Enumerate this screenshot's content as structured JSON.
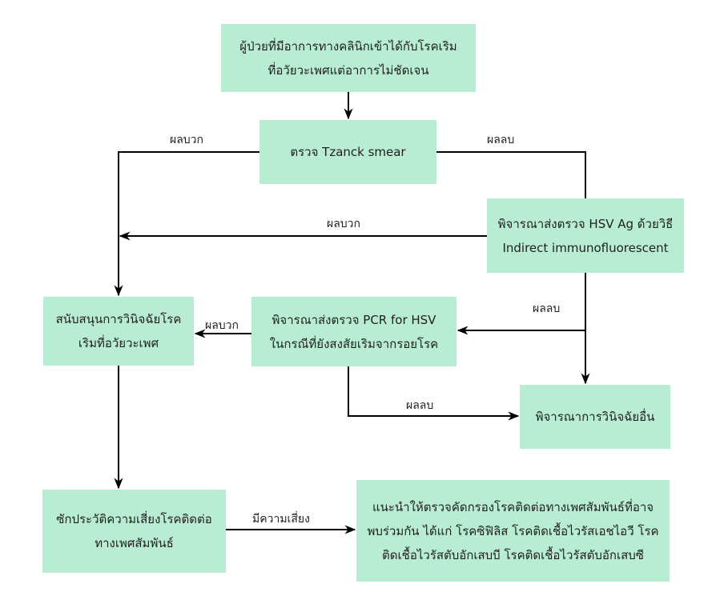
{
  "diagram": {
    "type": "flowchart",
    "nodes": [
      {
        "id": "start",
        "lines": [
          "ผู้ป่วยที่มีอาการทางคลินิกเข้าได้กับโรคเริม",
          "ที่อวัยวะเพศแต่อาการไม่ชัดเจน"
        ]
      },
      {
        "id": "tzanck",
        "lines": [
          "ตรวจ Tzanck smear"
        ]
      },
      {
        "id": "hsv_ag",
        "lines": [
          "พิจารณาส่งตรวจ HSV Ag ด้วยวิธี",
          "Indirect immunofluorescent"
        ]
      },
      {
        "id": "support_dx",
        "lines": [
          "สนับสนุนการวินิจฉัยโรค",
          "เริมที่อวัยวะเพศ"
        ]
      },
      {
        "id": "pcr",
        "lines": [
          "พิจารณาส่งตรวจ PCR for HSV",
          "ในกรณีที่ยังสงสัยเริมจากรอยโรค"
        ]
      },
      {
        "id": "other_dx",
        "lines": [
          "พิจารณาการวินิจฉัยอื่น"
        ]
      },
      {
        "id": "sti_history",
        "lines": [
          "ซักประวัติความเสี่ยงโรคติดต่อ",
          "ทางเพศสัมพันธ์"
        ]
      },
      {
        "id": "sti_screen",
        "lines": [
          "แนะนำให้ตรวจคัดกรองโรคติดต่อทางเพศสัมพันธ์ที่อาจ",
          "พบร่วมกัน ได้แก่ โรคซิฟิลิส โรคติดเชื้อไวรัสเอชไอวี โรค",
          "ติดเชื้อไวรัสตับอักเสบบี โรคติดเชื้อไวรัสตับอักเสบซี"
        ]
      }
    ],
    "edges": [
      {
        "from": "start",
        "to": "tzanck",
        "label": ""
      },
      {
        "from": "tzanck",
        "to": "support_dx",
        "label": "ผลบวก"
      },
      {
        "from": "tzanck",
        "to": "hsv_ag",
        "label": "ผลลบ"
      },
      {
        "from": "hsv_ag",
        "to": "support_dx",
        "label": "ผลบวก"
      },
      {
        "from": "hsv_ag",
        "to": "pcr",
        "label": "ผลลบ"
      },
      {
        "from": "hsv_ag",
        "to": "other_dx",
        "label": ""
      },
      {
        "from": "pcr",
        "to": "support_dx",
        "label": "ผลบวก"
      },
      {
        "from": "pcr",
        "to": "other_dx",
        "label": "ผลลบ"
      },
      {
        "from": "support_dx",
        "to": "sti_history",
        "label": ""
      },
      {
        "from": "sti_history",
        "to": "sti_screen",
        "label": "มีความเสี่ยง"
      }
    ],
    "colors": {
      "node_fill": "#b8ecd3",
      "edge": "#000000",
      "text": "#1f1f1f"
    }
  }
}
